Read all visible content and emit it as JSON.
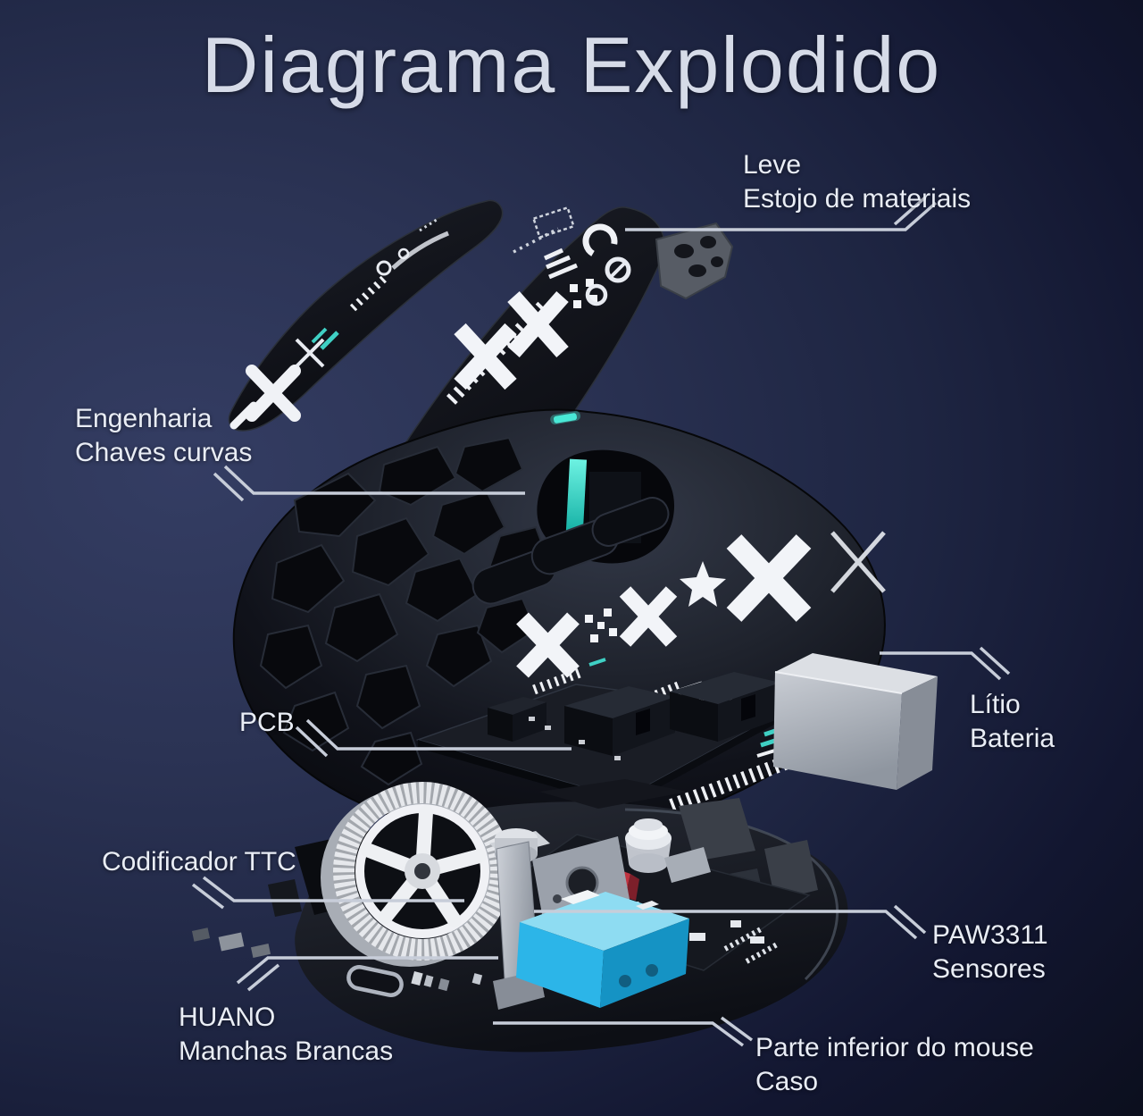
{
  "title": "Diagrama Explodido",
  "labels": {
    "top_shell": {
      "line1": "Leve",
      "line2": "Estojo de materiais"
    },
    "shell_frame": {
      "line1": "Engenharia",
      "line2": "Chaves curvas"
    },
    "pcb": {
      "line1": "PCB"
    },
    "battery": {
      "line1": "Lítio",
      "line2": "Bateria"
    },
    "encoder": {
      "line1": "Codificador TTC"
    },
    "sensor": {
      "line1": "PAW3311",
      "line2": "Sensores"
    },
    "switch": {
      "line1": "HUANO",
      "line2": "Manchas Brancas"
    },
    "bottom_case": {
      "line1": "Parte inferior do mouse",
      "line2": "Caso"
    }
  },
  "colors": {
    "background_navy": "#2d3456",
    "background_dark": "#0a0d18",
    "title_text": "#d6dbe8",
    "label_text": "#e9edf5",
    "leader_line": "#c7cdd9",
    "accent_teal": "#3fe0d0",
    "switch_blue": "#2cb5e8",
    "sensor_red": "#c4303c",
    "battery_silver": "#b6bbc3",
    "shell_black": "#15171e",
    "decoration_white": "#f0f2f6"
  }
}
